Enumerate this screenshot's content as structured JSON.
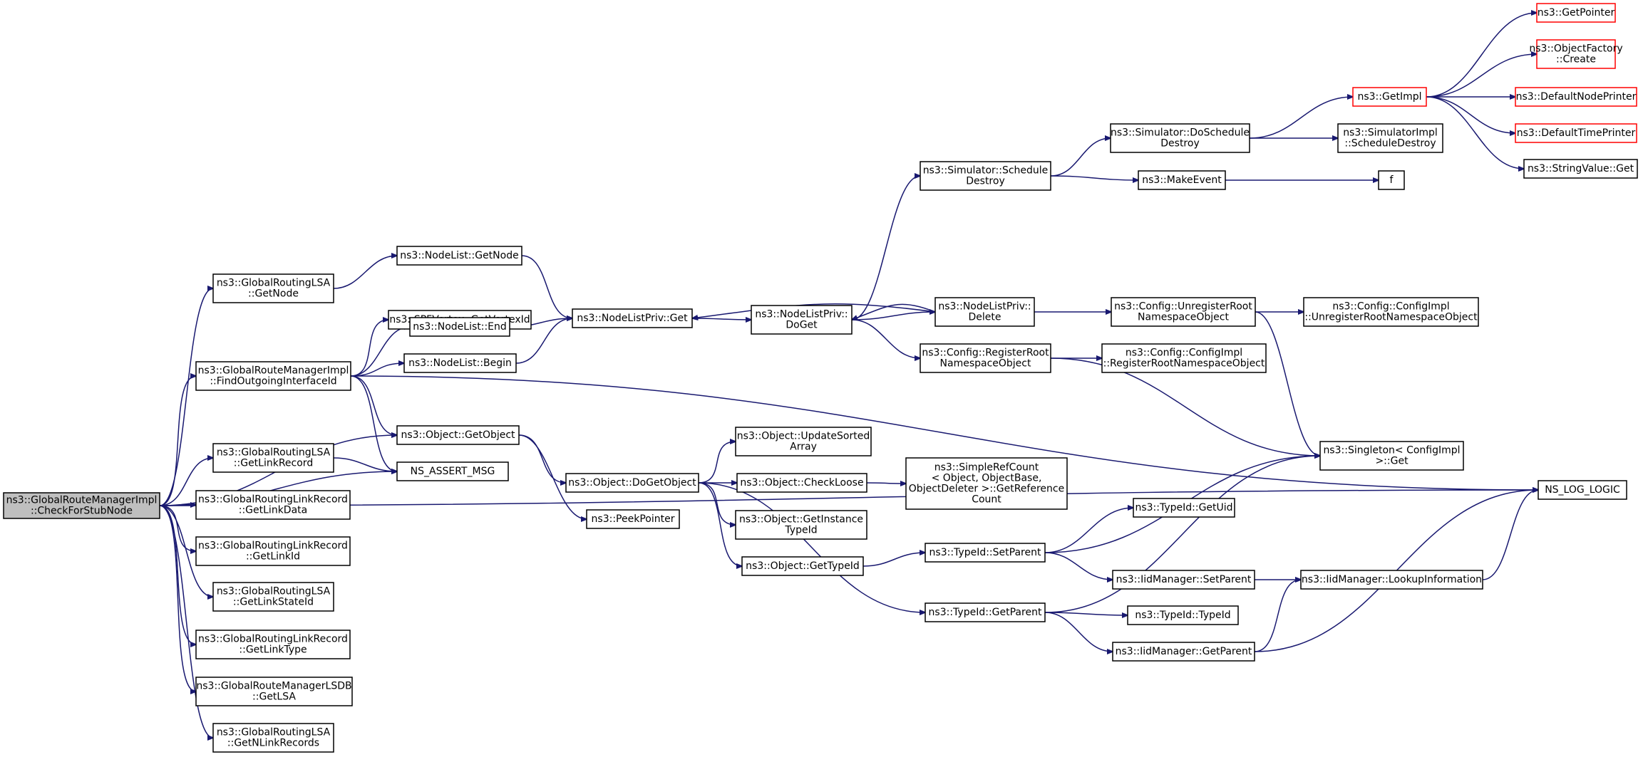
{
  "graph": {
    "type": "doxygen-call-graph",
    "edge_color": "#191970",
    "root_fill": "#bfbfbf",
    "truncated_node_border": "#ff0000",
    "nodes": [
      {
        "id": "root",
        "lines": [
          "ns3::GlobalRouteManagerImpl",
          "::CheckForStubNode"
        ],
        "style": "root"
      },
      {
        "id": "lsa_getnode",
        "lines": [
          "ns3::GlobalRoutingLSA",
          "::GetNode"
        ]
      },
      {
        "id": "find_out",
        "lines": [
          "ns3::GlobalRouteManagerImpl",
          "::FindOutgoingInterfaceId"
        ]
      },
      {
        "id": "lsa_getlinkrecord",
        "lines": [
          "ns3::GlobalRoutingLSA",
          "::GetLinkRecord"
        ]
      },
      {
        "id": "lr_getlinkdata",
        "lines": [
          "ns3::GlobalRoutingLinkRecord",
          "::GetLinkData"
        ]
      },
      {
        "id": "lr_getlinkid",
        "lines": [
          "ns3::GlobalRoutingLinkRecord",
          "::GetLinkId"
        ]
      },
      {
        "id": "lsa_getlinkstateid",
        "lines": [
          "ns3::GlobalRoutingLSA",
          "::GetLinkStateId"
        ]
      },
      {
        "id": "lr_getlinktype",
        "lines": [
          "ns3::GlobalRoutingLinkRecord",
          "::GetLinkType"
        ]
      },
      {
        "id": "lsdb_getlsa",
        "lines": [
          "ns3::GlobalRouteManagerLSDB",
          "::GetLSA"
        ]
      },
      {
        "id": "lsa_getnlinkrecords",
        "lines": [
          "ns3::GlobalRoutingLSA",
          "::GetNLinkRecords"
        ]
      },
      {
        "id": "nodelist_getnode",
        "lines": [
          "ns3::NodeList::GetNode"
        ]
      },
      {
        "id": "spfvertex",
        "lines": [
          "ns3::SPFVertex::GetVertexId"
        ]
      },
      {
        "id": "nodelist_end",
        "lines": [
          "ns3::NodeList::End"
        ]
      },
      {
        "id": "nodelist_begin",
        "lines": [
          "ns3::NodeList::Begin"
        ]
      },
      {
        "id": "object_getobject",
        "lines": [
          "ns3::Object::GetObject"
        ]
      },
      {
        "id": "ns_assert",
        "lines": [
          "NS_ASSERT_MSG"
        ]
      },
      {
        "id": "nlp_get",
        "lines": [
          "ns3::NodeListPriv::Get"
        ]
      },
      {
        "id": "object_dogetobject",
        "lines": [
          "ns3::Object::DoGetObject"
        ]
      },
      {
        "id": "peekpointer",
        "lines": [
          "ns3::PeekPointer"
        ]
      },
      {
        "id": "nlp_doget",
        "lines": [
          "ns3::NodeListPriv::",
          "DoGet"
        ]
      },
      {
        "id": "updatesorted",
        "lines": [
          "ns3::Object::UpdateSorted",
          "Array"
        ]
      },
      {
        "id": "checkloose",
        "lines": [
          "ns3::Object::CheckLoose"
        ]
      },
      {
        "id": "getinstancetypeid",
        "lines": [
          "ns3::Object::GetInstance",
          "TypeId"
        ]
      },
      {
        "id": "object_gettypeid",
        "lines": [
          "ns3::Object::GetTypeId"
        ]
      },
      {
        "id": "sim_scheduledestroy",
        "lines": [
          "ns3::Simulator::Schedule",
          "Destroy"
        ]
      },
      {
        "id": "nlp_delete",
        "lines": [
          "ns3::NodeListPriv::",
          "Delete"
        ]
      },
      {
        "id": "config_registerroot",
        "lines": [
          "ns3::Config::RegisterRoot",
          "NamespaceObject"
        ]
      },
      {
        "id": "simplerefcount",
        "lines": [
          "ns3::SimpleRefCount",
          "< Object, ObjectBase,",
          "ObjectDeleter >::GetReference",
          "Count"
        ]
      },
      {
        "id": "typeid_setparent",
        "lines": [
          "ns3::TypeId::SetParent"
        ]
      },
      {
        "id": "typeid_getparent",
        "lines": [
          "ns3::TypeId::GetParent"
        ]
      },
      {
        "id": "sim_doschedule",
        "lines": [
          "ns3::Simulator::DoSchedule",
          "Destroy"
        ]
      },
      {
        "id": "makeevent",
        "lines": [
          "ns3::MakeEvent"
        ]
      },
      {
        "id": "config_unregisterroot",
        "lines": [
          "ns3::Config::UnregisterRoot",
          "NamespaceObject"
        ]
      },
      {
        "id": "configimpl_register",
        "lines": [
          "ns3::Config::ConfigImpl",
          "::RegisterRootNamespaceObject"
        ]
      },
      {
        "id": "typeid_getuid",
        "lines": [
          "ns3::TypeId::GetUid"
        ]
      },
      {
        "id": "iid_setparent",
        "lines": [
          "ns3::IidManager::SetParent"
        ]
      },
      {
        "id": "typeid_typeid",
        "lines": [
          "ns3::TypeId::TypeId"
        ]
      },
      {
        "id": "iid_getparent",
        "lines": [
          "ns3::IidManager::GetParent"
        ]
      },
      {
        "id": "getimpl",
        "lines": [
          "ns3::GetImpl"
        ],
        "style": "red"
      },
      {
        "id": "simimpl_scheduledestroy",
        "lines": [
          "ns3::SimulatorImpl",
          "::ScheduleDestroy"
        ]
      },
      {
        "id": "f",
        "lines": [
          "f"
        ]
      },
      {
        "id": "configimpl_unregister",
        "lines": [
          "ns3::Config::ConfigImpl",
          "::UnregisterRootNamespaceObject"
        ]
      },
      {
        "id": "singleton_get",
        "lines": [
          "ns3::Singleton< ConfigImpl",
          " >::Get"
        ]
      },
      {
        "id": "iid_lookup",
        "lines": [
          "ns3::IidManager::LookupInformation"
        ]
      },
      {
        "id": "getpointer",
        "lines": [
          "ns3::GetPointer"
        ],
        "style": "red"
      },
      {
        "id": "objectfactory_create",
        "lines": [
          "ns3::ObjectFactory",
          "::Create"
        ],
        "style": "red"
      },
      {
        "id": "defaultnodeprinter",
        "lines": [
          "ns3::DefaultNodePrinter"
        ],
        "style": "red"
      },
      {
        "id": "defaulttimeprinter",
        "lines": [
          "ns3::DefaultTimePrinter"
        ],
        "style": "red"
      },
      {
        "id": "stringvalue_get",
        "lines": [
          "ns3::StringValue::Get"
        ]
      },
      {
        "id": "ns_log_logic",
        "lines": [
          "NS_LOG_LOGIC"
        ]
      }
    ],
    "edges": [
      [
        "root",
        "lsa_getnode"
      ],
      [
        "root",
        "find_out"
      ],
      [
        "root",
        "object_getobject"
      ],
      [
        "root",
        "lsa_getlinkrecord"
      ],
      [
        "root",
        "lr_getlinkdata"
      ],
      [
        "root",
        "lr_getlinkid"
      ],
      [
        "root",
        "lsa_getlinkstateid"
      ],
      [
        "root",
        "lr_getlinktype"
      ],
      [
        "root",
        "lsdb_getlsa"
      ],
      [
        "root",
        "lsa_getnlinkrecords"
      ],
      [
        "root",
        "ns_assert"
      ],
      [
        "root",
        "ns_log_logic"
      ],
      [
        "lsa_getnode",
        "nodelist_getnode"
      ],
      [
        "find_out",
        "spfvertex"
      ],
      [
        "find_out",
        "nodelist_end"
      ],
      [
        "find_out",
        "nodelist_begin"
      ],
      [
        "find_out",
        "object_getobject"
      ],
      [
        "find_out",
        "ns_assert"
      ],
      [
        "find_out",
        "ns_log_logic"
      ],
      [
        "lsa_getlinkrecord",
        "ns_assert"
      ],
      [
        "nodelist_getnode",
        "nlp_get"
      ],
      [
        "nodelist_end",
        "nlp_get"
      ],
      [
        "nodelist_begin",
        "nlp_get"
      ],
      [
        "object_getobject",
        "object_dogetobject"
      ],
      [
        "object_getobject",
        "peekpointer"
      ],
      [
        "nlp_get",
        "nlp_doget"
      ],
      [
        "nlp_doget",
        "sim_scheduledestroy"
      ],
      [
        "nlp_doget",
        "nlp_delete"
      ],
      [
        "nlp_doget",
        "config_registerroot"
      ],
      [
        "nlp_delete",
        "nlp_doget"
      ],
      [
        "nlp_delete",
        "nlp_get"
      ],
      [
        "nlp_delete",
        "config_unregisterroot"
      ],
      [
        "object_dogetobject",
        "updatesorted"
      ],
      [
        "object_dogetobject",
        "checkloose"
      ],
      [
        "object_dogetobject",
        "getinstancetypeid"
      ],
      [
        "object_dogetobject",
        "object_gettypeid"
      ],
      [
        "object_dogetobject",
        "typeid_getparent"
      ],
      [
        "checkloose",
        "simplerefcount"
      ],
      [
        "object_gettypeid",
        "typeid_setparent"
      ],
      [
        "typeid_setparent",
        "singleton_get"
      ],
      [
        "typeid_setparent",
        "typeid_getuid"
      ],
      [
        "typeid_setparent",
        "iid_setparent"
      ],
      [
        "typeid_getparent",
        "singleton_get"
      ],
      [
        "typeid_getparent",
        "typeid_typeid"
      ],
      [
        "typeid_getparent",
        "iid_getparent"
      ],
      [
        "iid_setparent",
        "iid_lookup"
      ],
      [
        "iid_getparent",
        "iid_lookup"
      ],
      [
        "iid_getparent",
        "ns_log_logic"
      ],
      [
        "iid_lookup",
        "ns_log_logic"
      ],
      [
        "sim_scheduledestroy",
        "sim_doschedule"
      ],
      [
        "sim_scheduledestroy",
        "makeevent"
      ],
      [
        "makeevent",
        "f"
      ],
      [
        "sim_doschedule",
        "getimpl"
      ],
      [
        "sim_doschedule",
        "simimpl_scheduledestroy"
      ],
      [
        "getimpl",
        "getpointer"
      ],
      [
        "getimpl",
        "objectfactory_create"
      ],
      [
        "getimpl",
        "defaultnodeprinter"
      ],
      [
        "getimpl",
        "defaulttimeprinter"
      ],
      [
        "getimpl",
        "stringvalue_get"
      ],
      [
        "config_registerroot",
        "configimpl_register"
      ],
      [
        "config_registerroot",
        "singleton_get"
      ],
      [
        "config_unregisterroot",
        "configimpl_unregister"
      ],
      [
        "config_unregisterroot",
        "singleton_get"
      ]
    ]
  }
}
